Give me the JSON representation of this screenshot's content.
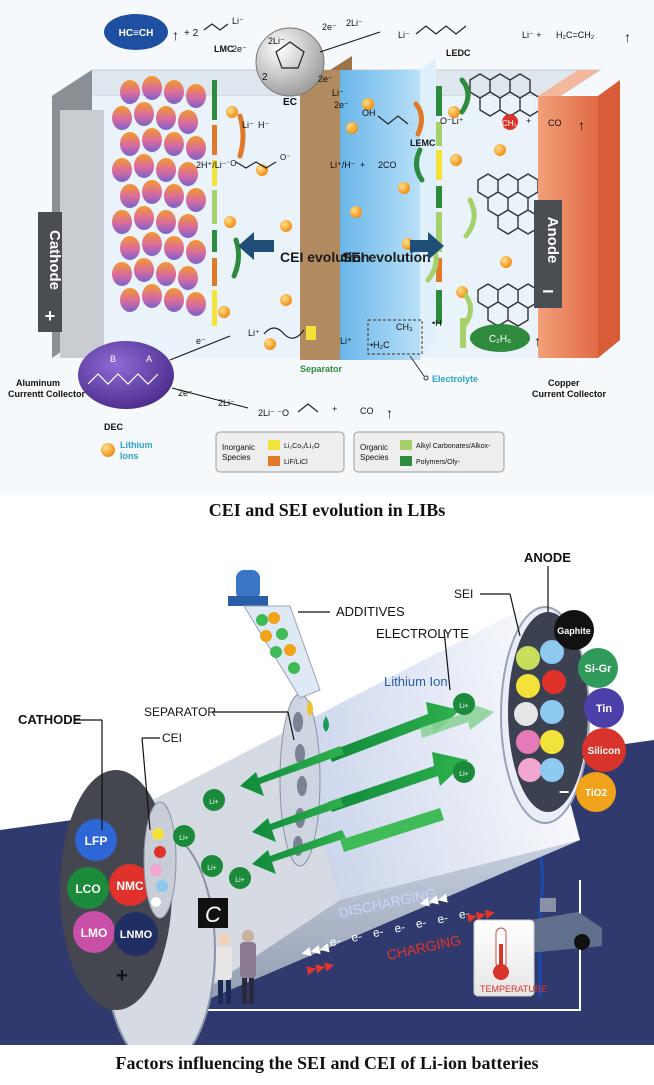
{
  "figure1": {
    "caption": "CEI and SEI evolution in LIBs",
    "cathode_label": "Cathode",
    "cathode_sign": "+",
    "anode_label": "Anode",
    "anode_sign": "−",
    "cei_label": "CEI evolution",
    "sei_label": "SEI evolution",
    "separator_label": "Separator",
    "electrolyte_label": "Electrolyte",
    "al_collector": [
      "Aluminum",
      "Currentt Collector"
    ],
    "cu_collector": [
      "Copper",
      "Current Collector"
    ],
    "molecules": {
      "acetylene": "HC≡CH",
      "lmc": "LMC",
      "ec": "EC",
      "ledc": "LEDC",
      "lemc": "LEMC",
      "dec": "DEC",
      "ethylene": "H₂C=CH₂",
      "ch3": "CH₃",
      "ch3_top": "CH₃",
      "h2c": "•H₂C",
      "h_rad": "•H",
      "c2h6": "C₂H₆",
      "co_top": "CO",
      "co_bottom": "CO",
      "co2": "2CO"
    },
    "reaction_text": {
      "plus2": "+ 2",
      "li_lmc": "Li⁻",
      "twoLi": "2Li⁻",
      "twoE": "2e⁻",
      "twoE_b": "2e⁻",
      "twoLi_b": "2Li⁻",
      "li_ledc_a": "Li⁻",
      "li_ledc_b": "Li⁻ +",
      "li_left": "Li⁻",
      "h_left": "H⁻",
      "two_h_li": "2H⁺/Li⁻",
      "li_h": "Li⁺/H⁻",
      "plus_a": "+",
      "li_lemc": "O⁻Li⁺",
      "li_mid": "Li⁺",
      "li_sep": "Li⁺",
      "e_bottom": "e⁻",
      "twoE_bottom": "2e⁻",
      "twoLi_bottom": "2Li⁻",
      "two_li_o": "2Li⁻ ⁻O",
      "plus_bottom": "+",
      "plus_co": "+",
      "oh": "OH",
      "e_ec": "2e⁻",
      "li_ec": "Li⁻",
      "e_ec2": "2e⁻",
      "o_minus": "O⁻",
      "minus_o": "⁻O",
      "dec_b": "B",
      "dec_a": "A"
    },
    "legend": {
      "lithium_ions": [
        "Lithium",
        "Ions"
      ],
      "inorganic": [
        "Inorganic",
        "Species"
      ],
      "inorganic_items": [
        "Li₂Co₃/Li₂O",
        "LiF/LiCl"
      ],
      "organic": [
        "Organic",
        "Species"
      ],
      "organic_items": [
        "Alkyl Carbonates/Alkox-",
        "Polymers/Oly-"
      ]
    },
    "colors": {
      "cathode": "#4a4d52",
      "anode": "#e8734d",
      "separator": "#b28a5f",
      "electrolyte": "#8ec9ef",
      "inorganic_1": "#f3e23a",
      "inorganic_2": "#e07a2a",
      "organic_1": "#a6d06a",
      "organic_2": "#2e8b3d",
      "ion": "#f7a21e"
    }
  },
  "figure2": {
    "caption": "Factors influencing the SEI and CEI of Li-ion batteries",
    "cathode_label": "CATHODE",
    "cei_label": "CEI",
    "separator_label": "SEPARATOR",
    "additives_label": "ADDITIVES",
    "electrolyte_label": "ELECTROLYTE",
    "lithium_ion_label": "Lithium Ion",
    "sei_label": "SEI",
    "anode_label": "ANODE",
    "cathode_materials": [
      "LFP",
      "LCO",
      "NMC",
      "LMO",
      "LNMO"
    ],
    "anode_materials": [
      "Gaphite",
      "Si-Gr",
      "Tin",
      "Silicon",
      "TiO2"
    ],
    "li_plus": "Li+",
    "discharging": "DISCHARGING",
    "charging": "CHARGING",
    "electron": "e-",
    "temperature": "TEMPERATURE",
    "c_rate": "C",
    "plus_sign": "+",
    "minus_sign": "−"
  }
}
